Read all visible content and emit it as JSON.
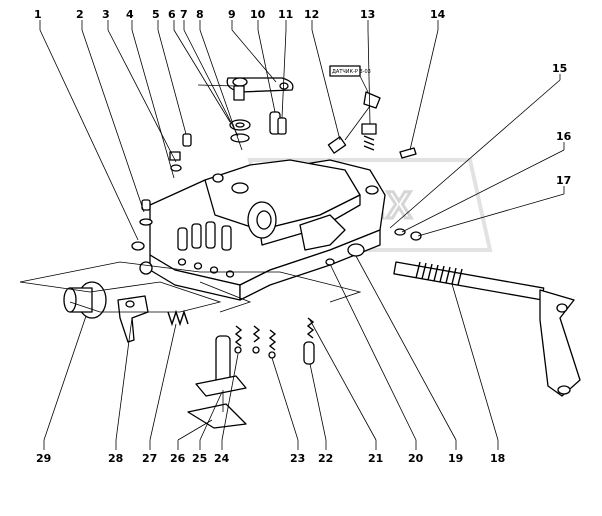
{
  "watermark": "OPEX",
  "sensor_tag": "ДАТЧИК-Р 3-03",
  "top_labels": [
    "1",
    "2",
    "3",
    "4",
    "5",
    "6",
    "7",
    "8",
    "9",
    "10",
    "11",
    "12",
    "13",
    "14"
  ],
  "right_labels": [
    "15",
    "16",
    "17"
  ],
  "bottom_labels": [
    "29",
    "28",
    "27",
    "26",
    "25",
    "24",
    "23",
    "22",
    "21",
    "20",
    "19",
    "18"
  ]
}
